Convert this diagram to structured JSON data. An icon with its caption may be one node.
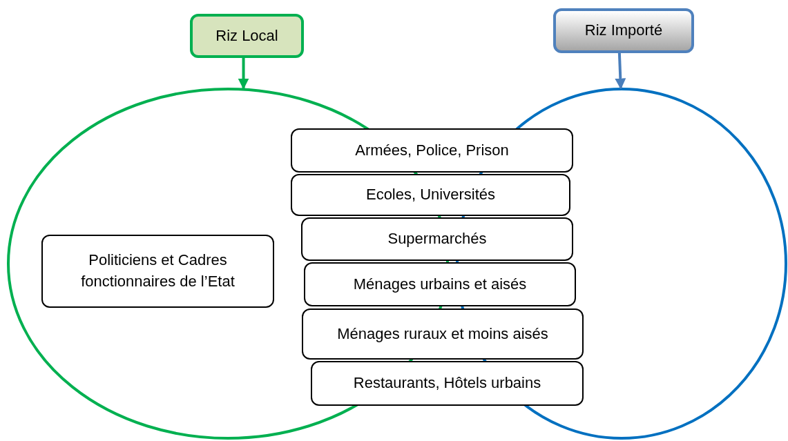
{
  "diagram": {
    "nodes": [
      {
        "text": [
          "Riz Local"
        ]
      },
      {
        "text": [
          "Riz Importé"
        ]
      },
      {
        "text": [],
        "shape": "ellipse"
      },
      {
        "text": [],
        "shape": "ellipse"
      },
      {
        "text": [
          "Armées, Police, Prison"
        ]
      },
      {
        "text": [
          "Ecoles, Universités"
        ]
      },
      {
        "text": [
          "Supermarchés"
        ]
      },
      {
        "text": [
          "Ménages urbains et aisés"
        ]
      },
      {
        "text": [
          "Ménages ruraux et moins aisés"
        ]
      },
      {
        "text": [
          "Restaurants, Hôtels urbains"
        ]
      },
      {
        "text": [
          "Politiciens et Cadres fonctionnaires de l’Etat"
        ],
        "in": 2
      }
    ],
    "edges": [
      {
        "from": 0,
        "to": 2,
        "arrow": "to",
        "color": "#00b050"
      },
      {
        "from": 1,
        "to": 3,
        "arrow": "to",
        "color": "#4a7ebb"
      }
    ]
  }
}
